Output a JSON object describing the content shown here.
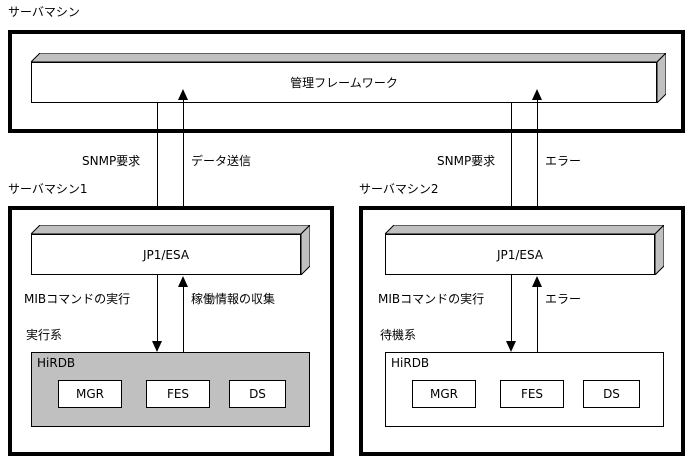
{
  "diagram": {
    "top_machine_label": "サーバマシン",
    "framework_label": "管理フレームワーク",
    "left_machine_label": "サーバマシン1",
    "right_machine_label": "サーバマシン2",
    "left_agent_label": "JP1/ESA",
    "right_agent_label": "JP1/ESA",
    "left_system_mode": "実行系",
    "right_system_mode": "待機系",
    "left_db_title": "HiRDB",
    "right_db_title": "HiRDB",
    "left_processes": [
      "MGR",
      "FES",
      "DS"
    ],
    "right_processes": [
      "MGR",
      "FES",
      "DS"
    ],
    "flows": {
      "top_left_down": "SNMP要求",
      "top_left_up": "データ送信",
      "top_right_down": "SNMP要求",
      "top_right_up": "エラー",
      "left_down": "MIBコマンドの実行",
      "left_up": "稼働情報の収集",
      "right_down": "MIBコマンドの実行",
      "right_up": "エラー"
    },
    "colors": {
      "slab_top": "#c0c0c0",
      "slab_side": "#c0c0c0",
      "active_db_fill": "#c0c0c0",
      "standby_db_fill": "#ffffff",
      "line": "#000000",
      "background": "#ffffff"
    }
  }
}
